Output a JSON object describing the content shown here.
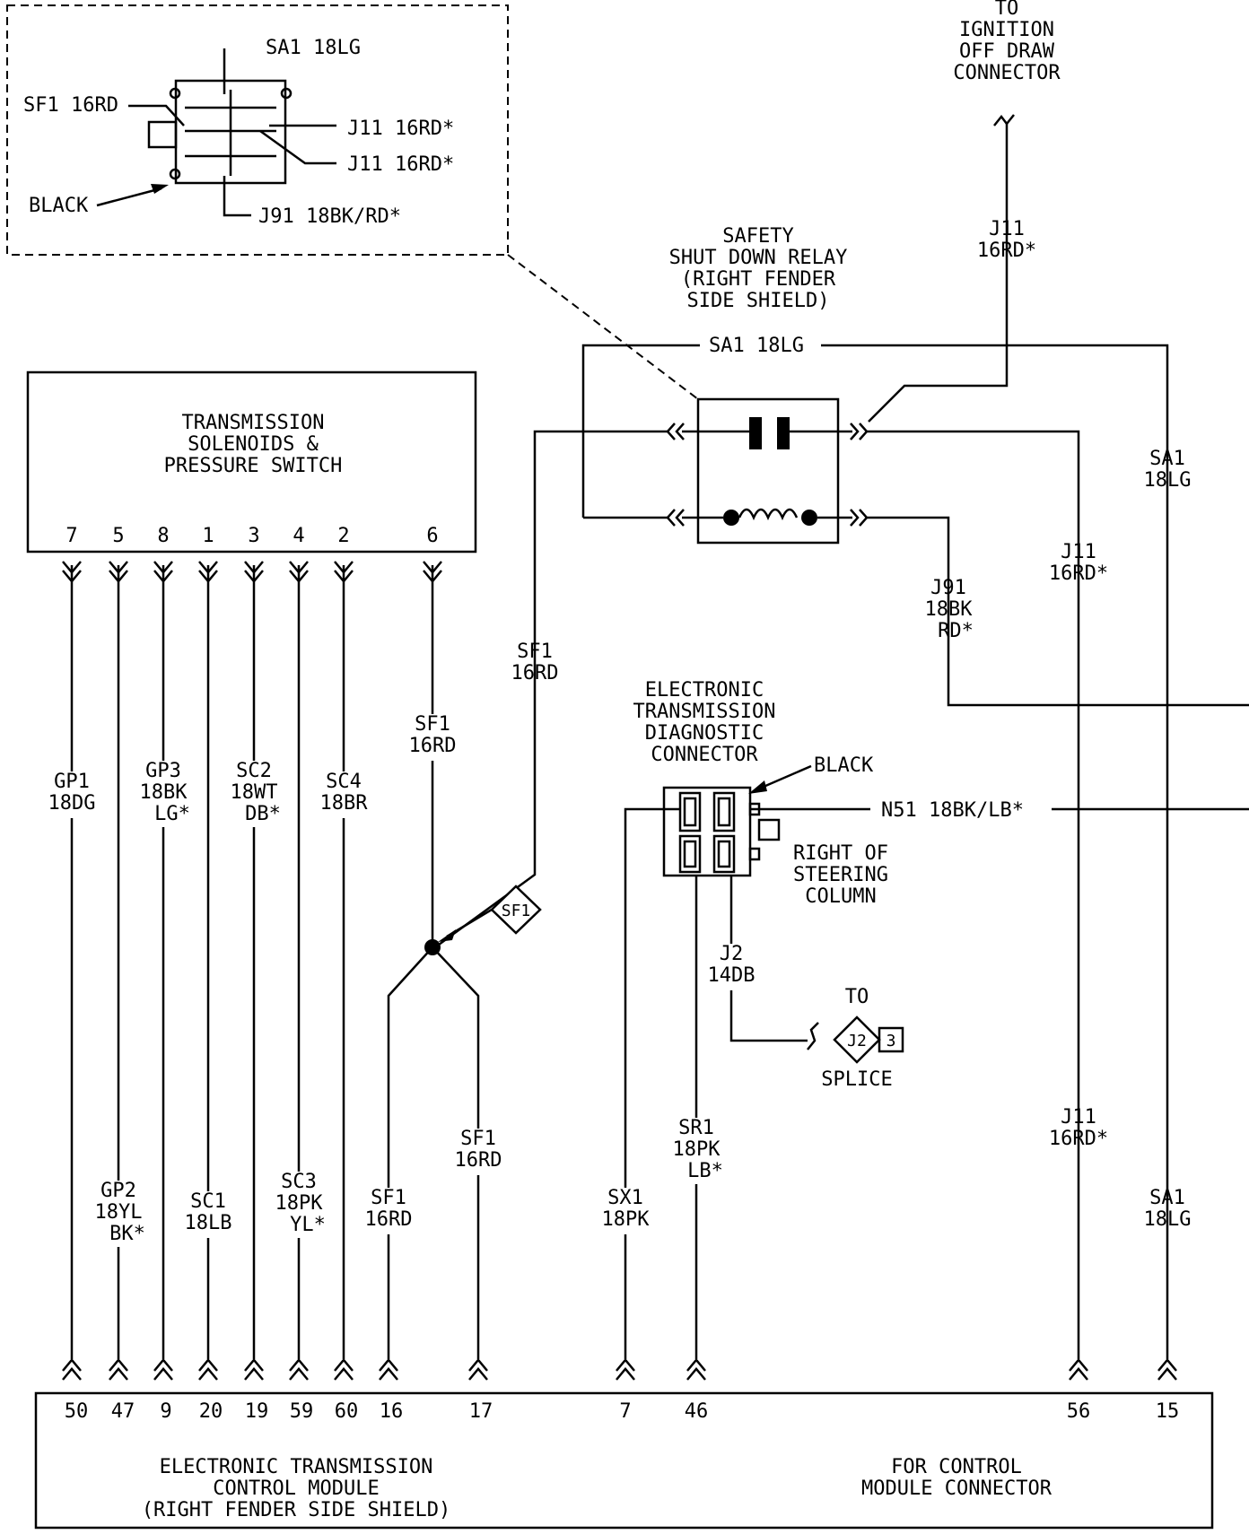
{
  "inset": {
    "labels": [
      "SA1 18LG",
      "SF1 16RD",
      "J11 16RD*",
      "J11 16RD*",
      "BLACK",
      "J91 18BK/RD*"
    ]
  },
  "ignition": {
    "lines": [
      "TO",
      "IGNITION",
      "OFF DRAW",
      "CONNECTOR"
    ]
  },
  "relay": {
    "title_lines": [
      "SAFETY",
      "SHUT DOWN RELAY",
      "(RIGHT FENDER",
      "SIDE SHIELD)"
    ],
    "sa1_label": "SA1 18LG"
  },
  "solenoids": {
    "title_lines": [
      "TRANSMISSION",
      "SOLENOIDS &",
      "PRESSURE SWITCH"
    ],
    "pins": [
      "7",
      "5",
      "8",
      "1",
      "3",
      "4",
      "2",
      "6"
    ]
  },
  "wires": {
    "gp1": [
      "GP1",
      "18DG"
    ],
    "gp2": [
      "GP2",
      "18YL",
      "BK*"
    ],
    "gp3": [
      "GP3",
      "18BK",
      "LG*"
    ],
    "sc1": [
      "SC1",
      "18LB"
    ],
    "sc2": [
      "SC2",
      "18WT",
      "DB*"
    ],
    "sc3": [
      "SC3",
      "18PK",
      "YL*"
    ],
    "sc4": [
      "SC4",
      "18BR"
    ],
    "sf1_upper": [
      "SF1",
      "16RD"
    ],
    "sf1_relay": [
      "SF1",
      "16RD"
    ],
    "sf1_left": [
      "SF1",
      "16RD"
    ],
    "sf1_right": [
      "SF1",
      "16RD"
    ],
    "sx1": [
      "SX1",
      "18PK"
    ],
    "sr1": [
      "SR1",
      "18PK",
      "LB*"
    ],
    "j2": [
      "J2",
      "14DB"
    ],
    "j91": [
      "J91",
      "18BK",
      "RD*"
    ],
    "j11_top": [
      "J11",
      "16RD*"
    ],
    "j11_mid": [
      "J11",
      "16RD*"
    ],
    "j11_low": [
      "J11",
      "16RD*"
    ],
    "sa1_mid": [
      "SA1",
      "18LG"
    ],
    "sa1_low": [
      "SA1",
      "18LG"
    ],
    "n51": "N51 18BK/LB*"
  },
  "splice": {
    "badge": "SF1"
  },
  "diag": {
    "title_lines": [
      "ELECTRONIC",
      "TRANSMISSION",
      "DIAGNOSTIC",
      "CONNECTOR"
    ],
    "black_label": "BLACK",
    "location_lines": [
      "RIGHT OF",
      "STEERING",
      "COLUMN"
    ]
  },
  "j2splice": {
    "to": "TO",
    "badge": "J2",
    "num": "3",
    "label": "SPLICE"
  },
  "ecm": {
    "pins": [
      "50",
      "47",
      "9",
      "20",
      "19",
      "59",
      "60",
      "16",
      "17",
      "7",
      "46",
      "56",
      "15"
    ],
    "title_lines": [
      "ELECTRONIC TRANSMISSION",
      "CONTROL MODULE",
      "(RIGHT FENDER SIDE SHIELD)"
    ],
    "connector_lines": [
      "FOR CONTROL",
      "MODULE CONNECTOR"
    ]
  }
}
